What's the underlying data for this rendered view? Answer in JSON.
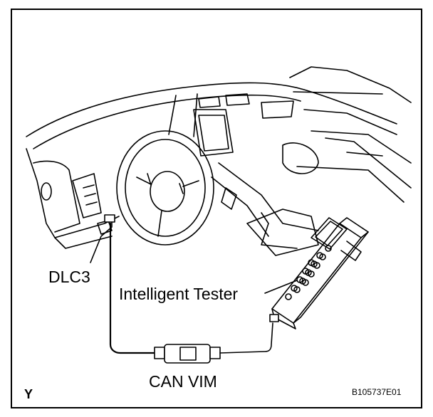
{
  "figure": {
    "labels": {
      "dlc3": "DLC3",
      "tester": "Intelligent Tester",
      "can_vim": "CAN VIM",
      "corner": "Y",
      "code": "B105737E01"
    }
  }
}
